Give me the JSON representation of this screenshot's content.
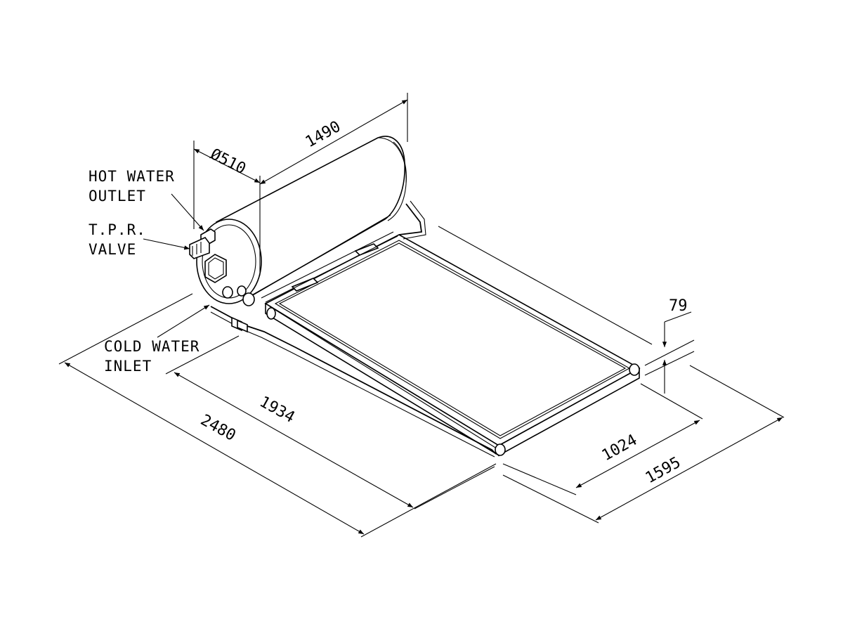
{
  "labels": {
    "hot_water_outlet": [
      "HOT WATER",
      "OUTLET"
    ],
    "tpr_valve": [
      "T.P.R.",
      "VALVE"
    ],
    "cold_water_inlet": [
      "COLD WATER",
      "INLET"
    ]
  },
  "dimensions": {
    "tank_length": "1490",
    "tank_diameter": "Ø510",
    "panel_thickness": "79",
    "panel_width": "1024",
    "overall_width": "1595",
    "panel_length": "1934",
    "overall_length": "2480"
  }
}
